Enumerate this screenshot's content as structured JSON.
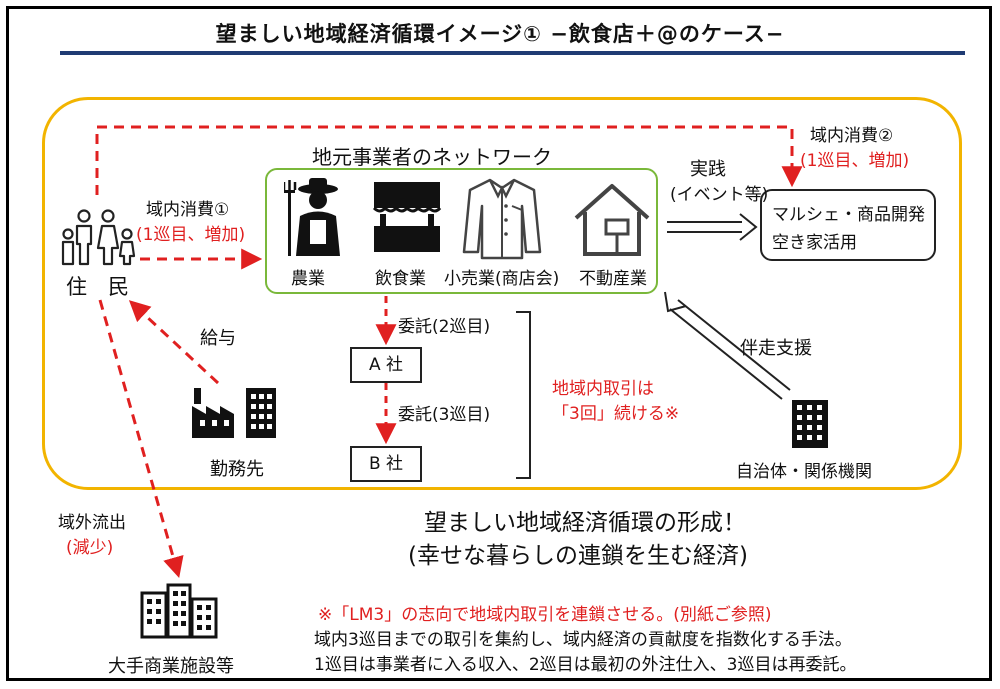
{
  "title": "望ましい地域経済循環イメージ① −飲食店＋@のケース−",
  "network": {
    "title": "地元事業者のネットワーク",
    "items": [
      {
        "label": "農業",
        "icon": "farmer-icon"
      },
      {
        "label": "飲食業",
        "icon": "shop-icon"
      },
      {
        "label": "小売業(商店会)",
        "icon": "shirt-icon"
      },
      {
        "label": "不動産業",
        "icon": "house-icon"
      }
    ]
  },
  "residents": {
    "label": "住　民",
    "icon": "family-icon"
  },
  "flows": {
    "consumption1": {
      "label": "域内消費①",
      "sub": "(1巡目、増加)"
    },
    "consumption2": {
      "label": "域内消費②",
      "sub": "(1巡目、増加)"
    },
    "practice": {
      "label": "実践",
      "sub": "(イベント等)"
    },
    "wage": "給与",
    "outflow": {
      "label": "域外流出",
      "sub": "(減少)"
    },
    "consign2": "委託(2巡目)",
    "consign3": "委託(3巡目)",
    "support": "伴走支援"
  },
  "marche": {
    "line1": "マルシェ・商品開発",
    "line2": "空き家活用"
  },
  "companies": {
    "a": "A 社",
    "b": "B 社"
  },
  "transaction_note": {
    "line1": "地域内取引は",
    "line2": "「3回」続ける※"
  },
  "workplace": {
    "label": "勤務先",
    "icon": "factory-icon"
  },
  "government": {
    "label": "自治体・関係機関",
    "icon": "office-building-icon"
  },
  "formation": {
    "line1": "望ましい地域経済循環の形成！",
    "line2": "(幸せな暮らしの連鎖を生む経済)"
  },
  "big_store": {
    "label": "大手商業施設等",
    "icon": "city-buildings-icon"
  },
  "notes": {
    "line1": "※「LM3」の志向で地域内取引を連鎖させる。(別紙ご参照)",
    "line2": "域内3巡目までの取引を集約し、域内経済の貢献度を指数化する手法。",
    "line3": "1巡目は事業者に入る収入、2巡目は最初の外注仕入、3巡目は再委託。"
  },
  "colors": {
    "accent_red": "#e02020",
    "frame_yellow": "#f2b400",
    "network_green": "#7ab83a",
    "title_rule": "#1f3b73"
  }
}
